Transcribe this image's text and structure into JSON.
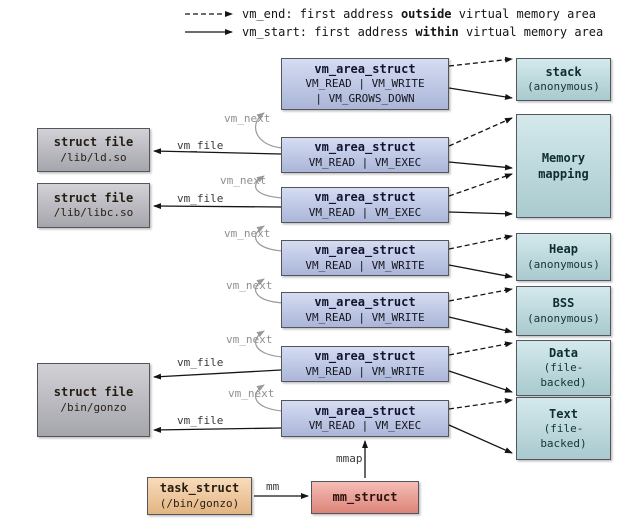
{
  "legend": {
    "vm_end": {
      "pre": "vm_end: first address ",
      "bold": "outside",
      "post": " virtual memory area"
    },
    "vm_start": {
      "pre": "vm_start: first address ",
      "bold": "within",
      "post": " virtual memory area"
    }
  },
  "labels": {
    "vm_next": "vm_next",
    "vm_file": "vm_file",
    "mm": "mm",
    "mmap": "mmap"
  },
  "vma_boxes": [
    {
      "title": "vm_area_struct",
      "flags": "VM_READ | VM_WRITE\n| VM_GROWS_DOWN"
    },
    {
      "title": "vm_area_struct",
      "flags": "VM_READ | VM_EXEC"
    },
    {
      "title": "vm_area_struct",
      "flags": "VM_READ | VM_EXEC"
    },
    {
      "title": "vm_area_struct",
      "flags": "VM_READ | VM_WRITE"
    },
    {
      "title": "vm_area_struct",
      "flags": "VM_READ | VM_WRITE"
    },
    {
      "title": "vm_area_struct",
      "flags": "VM_READ | VM_WRITE"
    },
    {
      "title": "vm_area_struct",
      "flags": "VM_READ | VM_EXEC"
    }
  ],
  "file_boxes": [
    {
      "title": "struct file",
      "path": "/lib/ld.so"
    },
    {
      "title": "struct file",
      "path": "/lib/libc.so"
    },
    {
      "title": "struct file",
      "path": "/bin/gonzo"
    }
  ],
  "region_boxes": [
    {
      "name": "stack",
      "sub": "(anonymous)"
    },
    {
      "name": "Memory\nmapping",
      "sub": ""
    },
    {
      "name": "Heap",
      "sub": "(anonymous)"
    },
    {
      "name": "BSS",
      "sub": "(anonymous)"
    },
    {
      "name": "Data",
      "sub": "(file-\nbacked)"
    },
    {
      "name": "Text",
      "sub": "(file-\nbacked)"
    }
  ],
  "task_struct": {
    "title": "task_struct",
    "sub": "(/bin/gonzo)"
  },
  "mm_struct": {
    "title": "mm_struct"
  },
  "colors": {
    "vma": "#b9c5ea",
    "file": "#b3b3bb",
    "region": "#b7dbe0",
    "task": "#f6c48e",
    "mm": "#ef9083"
  }
}
